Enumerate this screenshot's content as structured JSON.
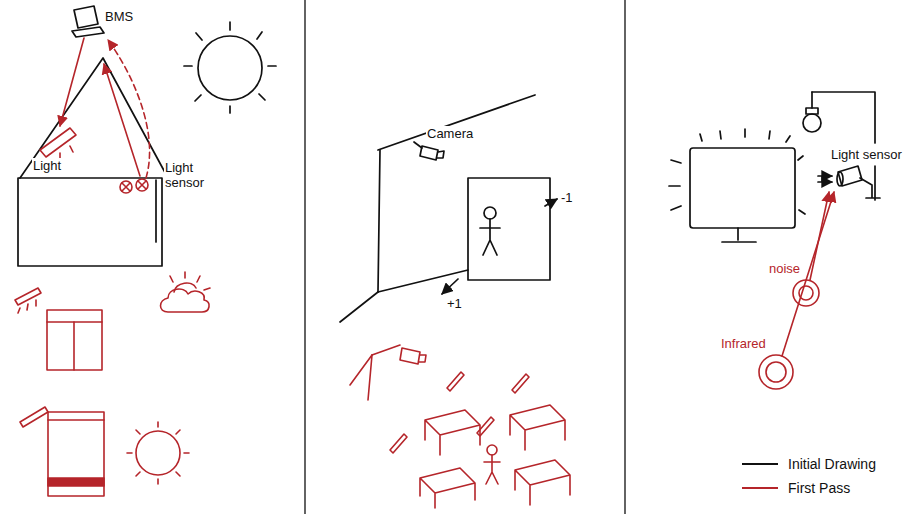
{
  "diagram": {
    "labels": [
      "BMS",
      "Light",
      "Light sensor",
      "Camera",
      "-1",
      "+1",
      "Light sensor",
      "noise",
      "Infrared"
    ],
    "legend": [
      {
        "text": "Initial Drawing"
      },
      {
        "text": "First Pass"
      }
    ]
  }
}
